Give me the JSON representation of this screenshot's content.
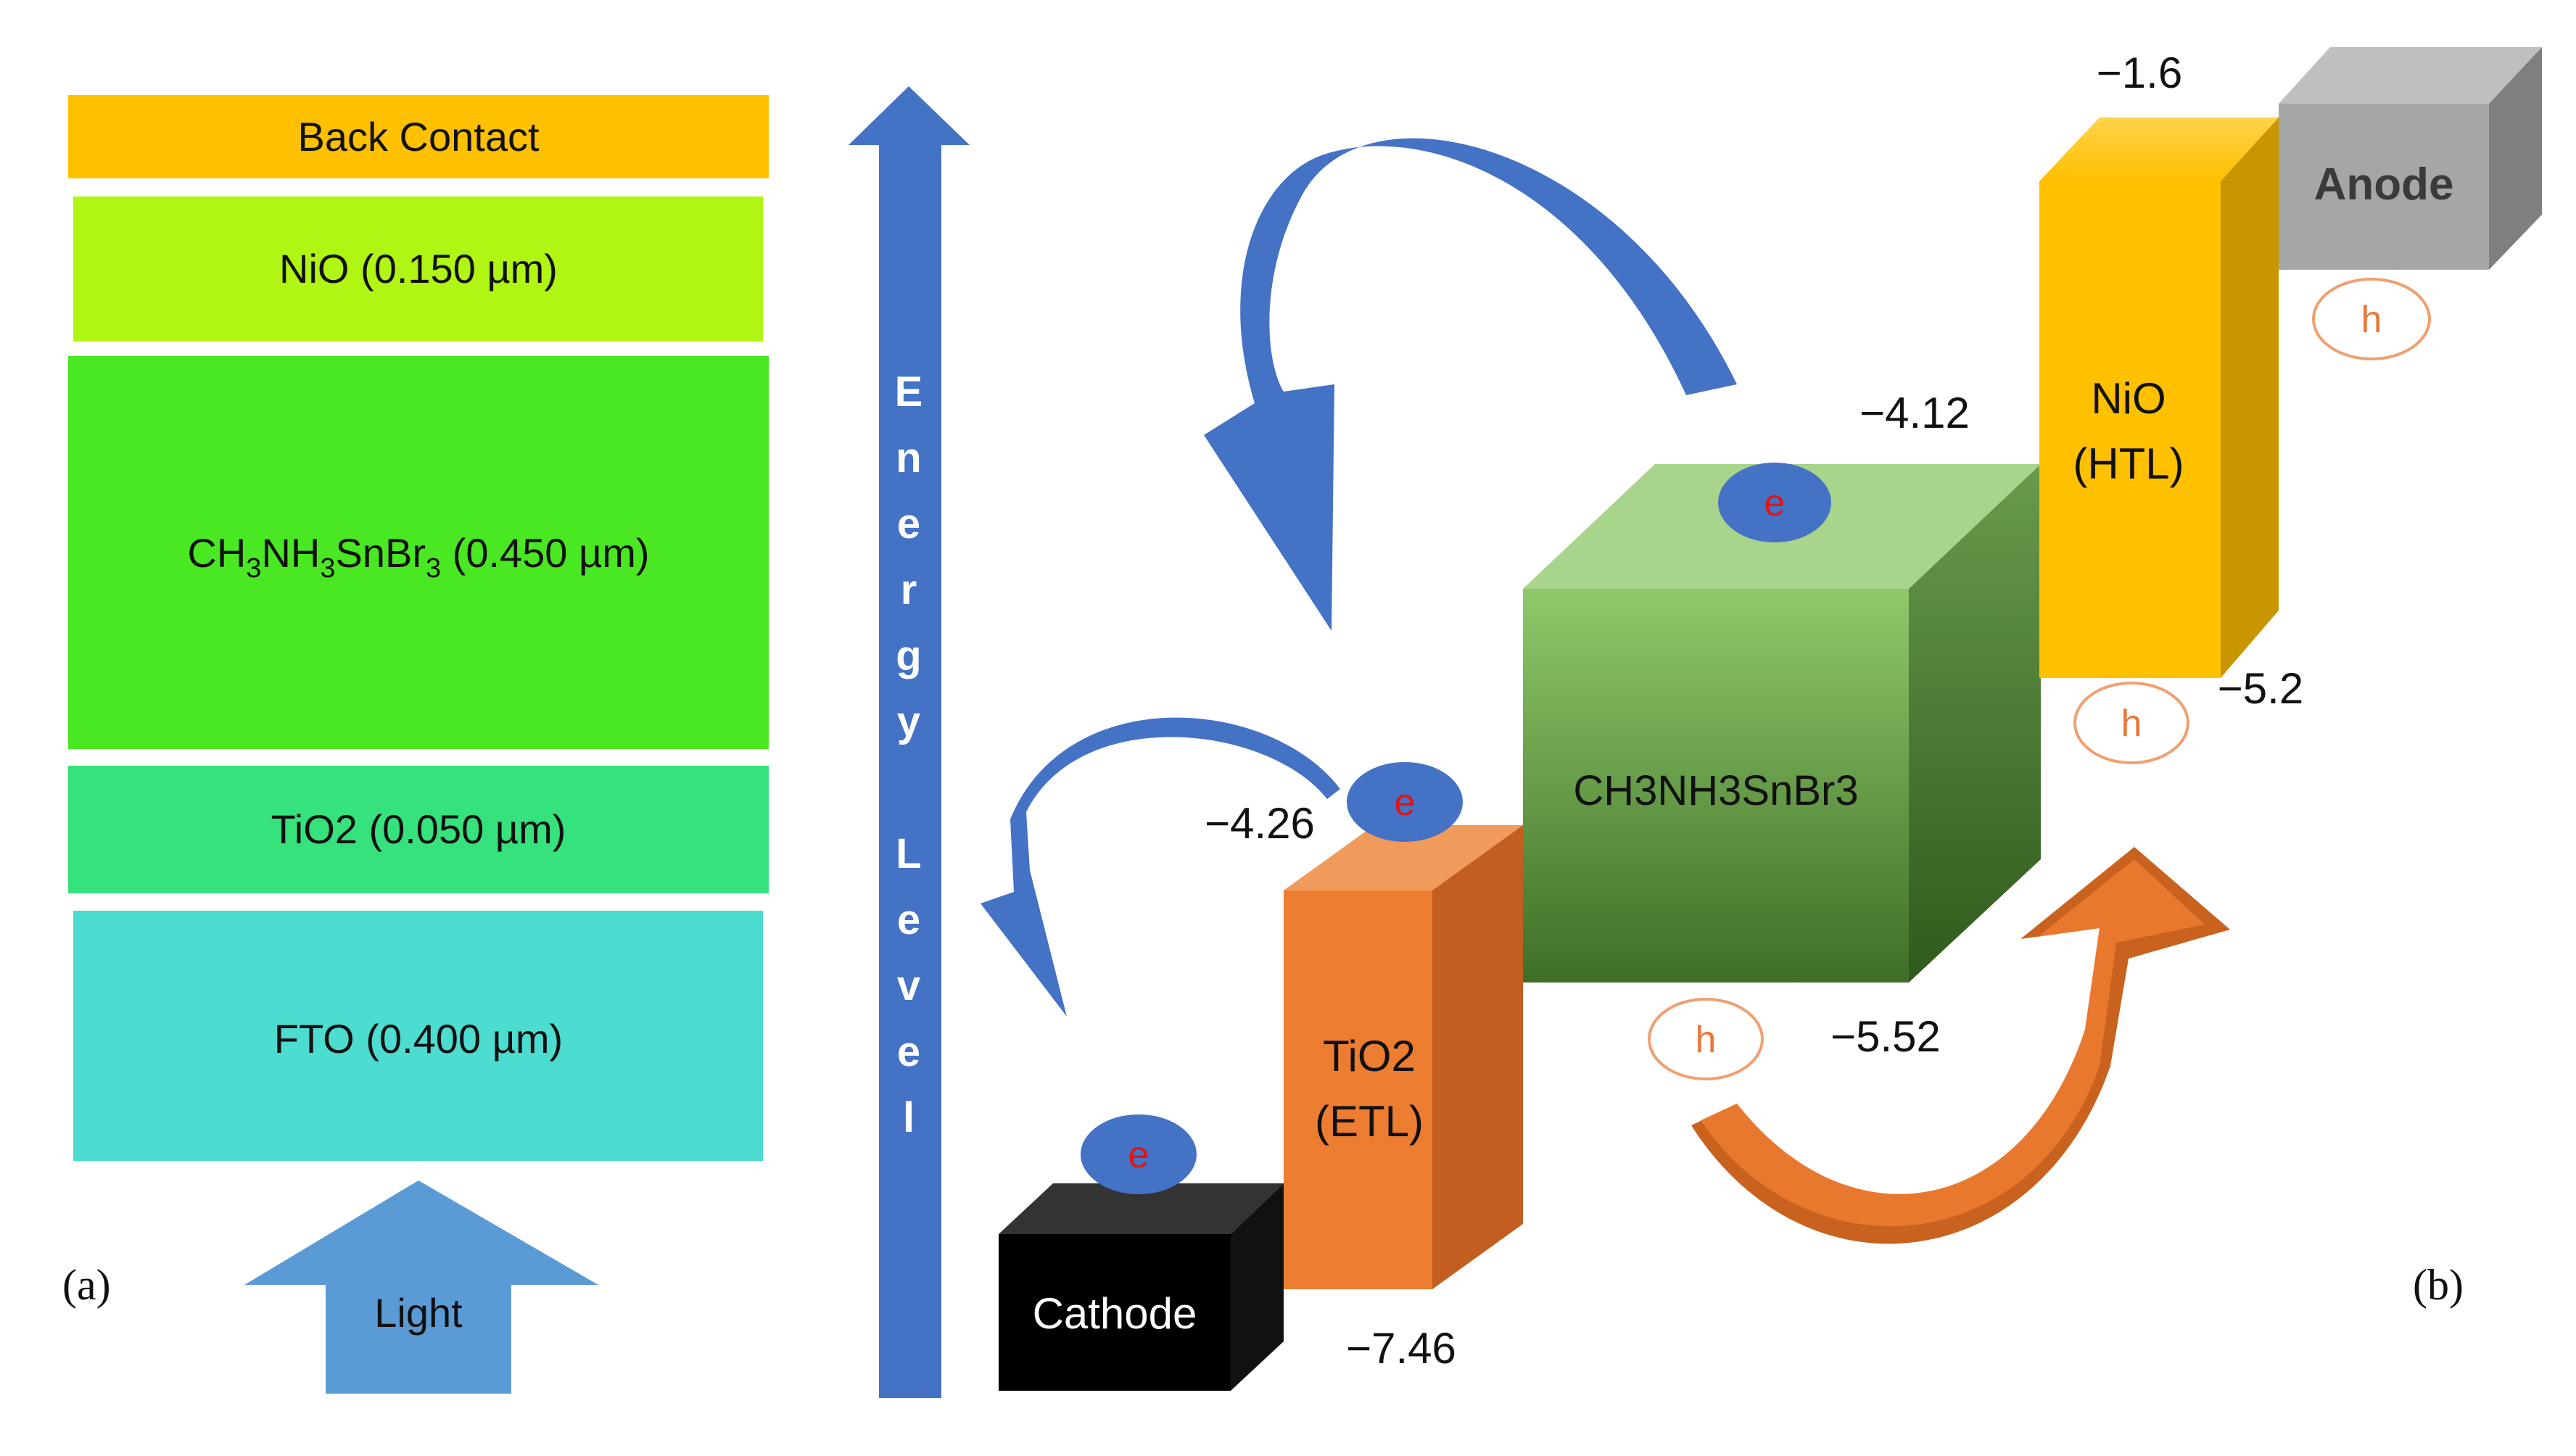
{
  "panel_a": {
    "label": "(a)",
    "layers": [
      {
        "label": "Back Contact",
        "color": "#ffc000"
      },
      {
        "label": "NiO (0.150 µm)",
        "color": "#b0f513"
      },
      {
        "label_main": "CH",
        "sub1": "3",
        "mid": "NH",
        "sub2": "3",
        "mid2": "SnBr",
        "sub3": "3",
        "suffix": " (0.450 µm)",
        "color": "#4ae823"
      },
      {
        "label": "TiO2 (0.050 µm)",
        "color": "#36e27c"
      },
      {
        "label": "FTO (0.400 µm)",
        "color": "#4cdcd0"
      }
    ],
    "light_label": "Light",
    "light_color": "#5b9bd5"
  },
  "energy_axis": {
    "letters": [
      "E",
      "n",
      "e",
      "r",
      "g",
      "y",
      "",
      "L",
      "e",
      "v",
      "e",
      "l"
    ],
    "color": "#4472c4"
  },
  "panel_b": {
    "label": "(b)",
    "cathode": {
      "label": "Cathode",
      "color": "#000000"
    },
    "etl": {
      "label_line1": "TiO2",
      "label_line2": "(ETL)",
      "color": "#ed7d31"
    },
    "absorber": {
      "label": "CH3NH3SnBr3",
      "color": "#70ad47"
    },
    "htl": {
      "label_line1": "NiO",
      "label_line2": "(HTL)",
      "color": "#ffc000"
    },
    "anode": {
      "label": "Anode",
      "color": "#a6a6a6"
    },
    "levels": {
      "etl_cb": "−4.26",
      "etl_vb": "−7.46",
      "absorber_cb": "−4.12",
      "absorber_vb": "−5.52",
      "htl_cb": "−1.6",
      "htl_vb": "−5.2"
    },
    "electron_symbol": "e",
    "hole_symbol": "h"
  }
}
